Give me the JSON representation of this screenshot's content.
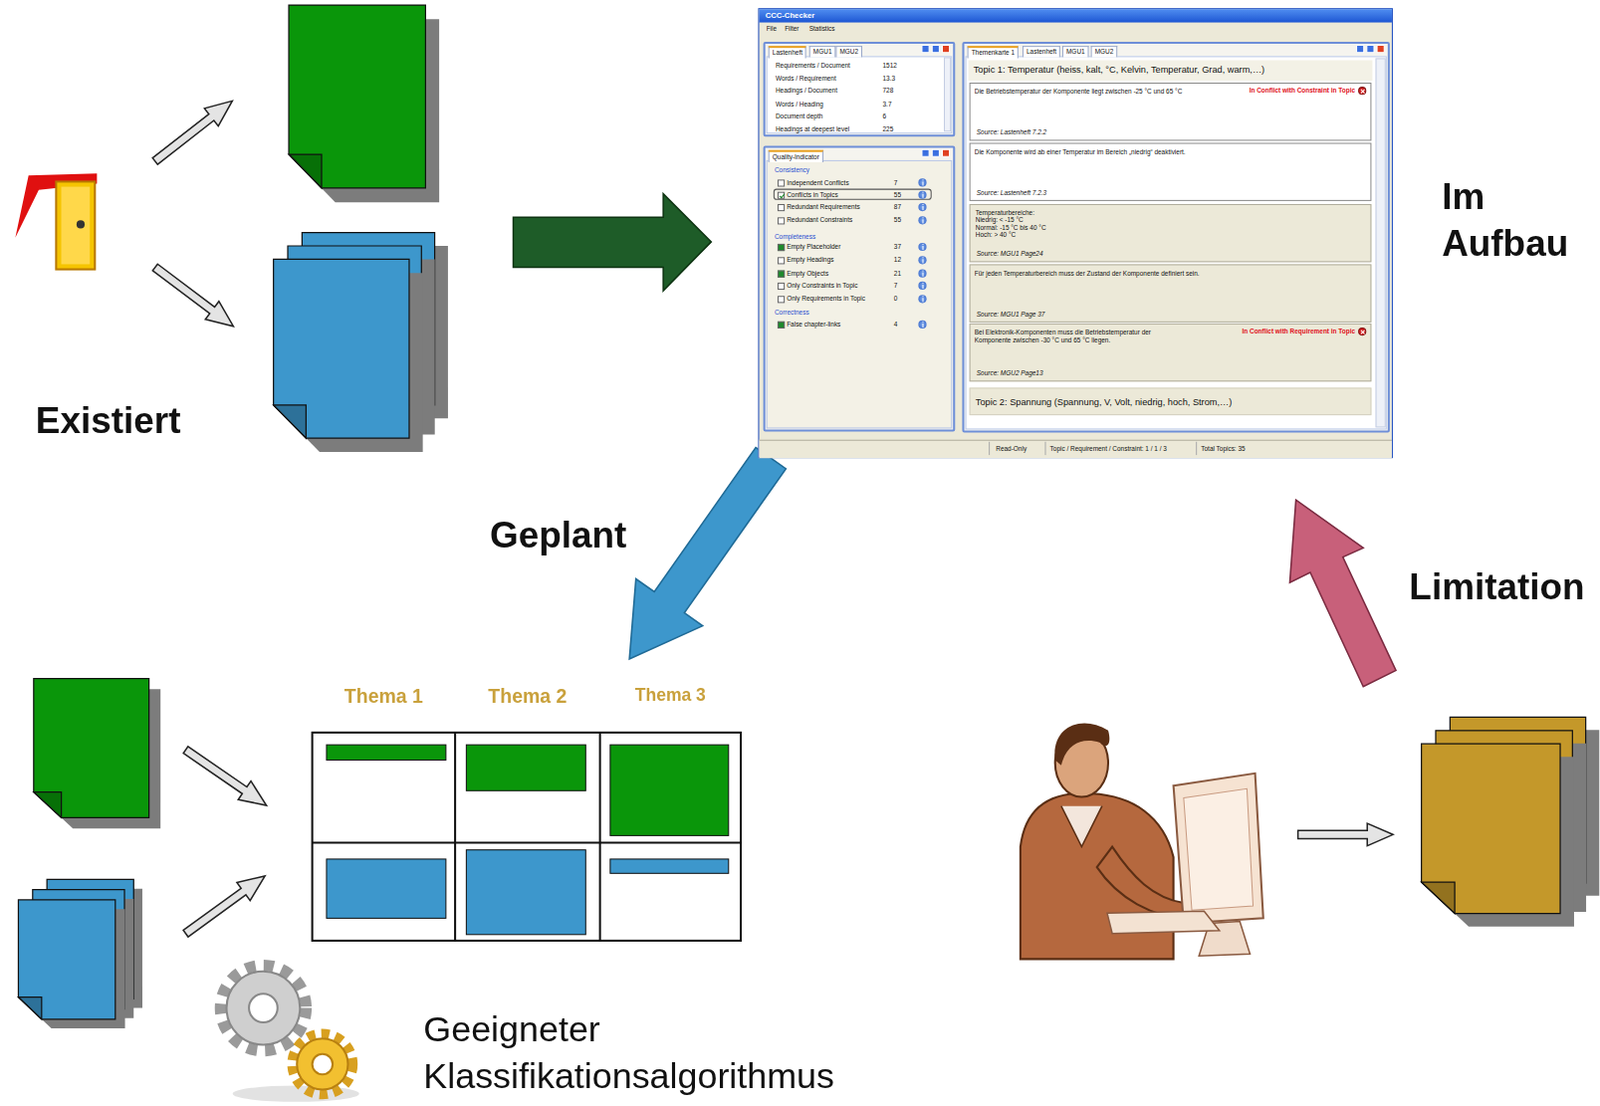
{
  "diagram": {
    "nodes": [
      {
        "text": [
          "CCC-Checker"
        ]
      },
      {
        "text": [
          "Lastenheft",
          "MGU1",
          "MGU2"
        ],
        "in": 0
      },
      {
        "text": [
          "Quality-Indicator"
        ],
        "in": 0
      },
      {
        "text": [
          "Themenkarte 1",
          "Lastenheft",
          "MGU1",
          "MGU2"
        ],
        "in": 0
      },
      {
        "text": [
          "Topic 1: Temperatur (heiss, kalt, °C, Kelvin, Temperatur, Grad, warm,…)"
        ],
        "in": 3
      },
      {
        "text": [
          "Die Betriebstemperatur der Komponente liegt zwischen -25 °C und 65 °C",
          "In Conflict with Constraint in Topic",
          "Source: Lastenheft 7.2.2"
        ],
        "in": 3
      },
      {
        "text": [
          "Die Komponente wird ab einer Temperatur im Bereich „niedrig“ deaktiviert.",
          "Source: Lastenheft 7.2.3"
        ],
        "in": 3
      },
      {
        "text": [
          "Temperaturbereiche:",
          "Niedrig: < -15 °C",
          "Normal: -15 °C bis 40 °C",
          "Hoch: > 40 °C",
          "Source: MGU1 Page24"
        ],
        "in": 3
      },
      {
        "text": [
          "Für jeden Temperaturbereich muss der Zustand der Komponente definiert sein.",
          "Source: MGU1 Page 37"
        ],
        "in": 3
      },
      {
        "text": [
          "Bei Elektronik-Komponenten muss die Betriebstemperatur der Komponente zwischen -30 °C und 65 °C liegen.",
          "In Conflict with Requirement in Topic",
          "Source: MGU2 Page13"
        ],
        "in": 3
      },
      {
        "text": [
          "Topic 2: Spannung (Spannung, V, Volt, niedrig, hoch, Strom,…)"
        ],
        "in": 3
      },
      {
        "text": [
          "Thema 1",
          "Thema 2",
          "Thema 3"
        ]
      }
    ],
    "edges": [
      {
        "from": 0,
        "to": 11,
        "arrow": "to",
        "label": "Geplant"
      }
    ],
    "labels": [
      "Existiert",
      "Im Aufbau",
      "Limitation",
      "Geeigneter Klassifikationsalgorithmus",
      "File",
      "Filter",
      "Statistics",
      "Requirements / Document",
      "1512",
      "Words / Requirement",
      "13.3",
      "Headings / Document",
      "728",
      "Words / Heading",
      "3.7",
      "Document depth",
      "6",
      "Headings at deepest level",
      "225",
      "Consistency",
      "Independent Conflicts",
      "7",
      "Conflicts in Topics",
      "55",
      "Redundant Requirements",
      "87",
      "Redundant Constraints",
      "55",
      "Completeness",
      "Empty Placeholder",
      "37",
      "Empty Headings",
      "12",
      "Empty Objects",
      "21",
      "Only Constraints in Topic",
      "7",
      "Only Requirements in Topic",
      "0",
      "Correctness",
      "False chapter-links",
      "4",
      "Read-Only",
      "Topic / Requirement / Constraint: 1 / 1 / 3",
      "Total Topics: 35"
    ]
  }
}
